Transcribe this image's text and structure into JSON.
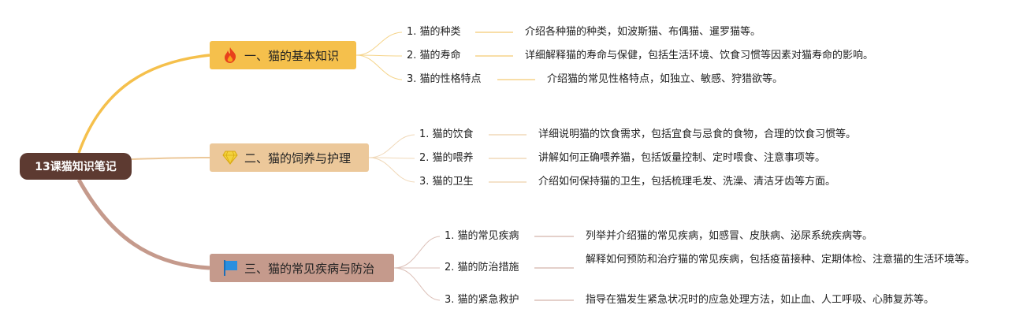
{
  "title": "13课猫知识笔记",
  "branches": [
    {
      "label": "一、猫的基本知识",
      "icon": "fire-icon",
      "color": "#f5c04c",
      "items": [
        {
          "label": "1. 猫的种类",
          "desc": "介绍各种猫的种类，如波斯猫、布偶猫、暹罗猫等。"
        },
        {
          "label": "2. 猫的寿命",
          "desc": "详细解释猫的寿命与保健，包括生活环境、饮食习惯等因素对猫寿命的影响。"
        },
        {
          "label": "3. 猫的性格特点",
          "desc": "介绍猫的常见性格特点，如独立、敏感、狩猎欲等。"
        }
      ]
    },
    {
      "label": "二、猫的饲养与护理",
      "icon": "diamond-icon",
      "color": "#ecc89a",
      "items": [
        {
          "label": "1. 猫的饮食",
          "desc": "详细说明猫的饮食需求，包括宜食与忌食的食物，合理的饮食习惯等。"
        },
        {
          "label": "2. 猫的喂养",
          "desc": "讲解如何正确喂养猫，包括饭量控制、定时喂食、注意事项等。"
        },
        {
          "label": "3. 猫的卫生",
          "desc": "介绍如何保持猫的卫生，包括梳理毛发、洗澡、清洁牙齿等方面。"
        }
      ]
    },
    {
      "label": "三、猫的常见疾病与防治",
      "icon": "flag-icon",
      "color": "#c59a8c",
      "items": [
        {
          "label": "1. 猫的常见疾病",
          "desc": "列举并介绍猫的常见疾病，如感冒、皮肤病、泌尿系统疾病等。"
        },
        {
          "label": "2. 猫的防治措施",
          "desc": "解释如何预防和治疗猫的常见疾病，包括疫苗接种、定期体检、注意猫的生活环境等。"
        },
        {
          "label": "3. 猫的紧急救护",
          "desc": "指导在猫发生紧急状况时的应急处理方法，如止血、人工呼吸、心肺复苏等。"
        }
      ]
    }
  ]
}
